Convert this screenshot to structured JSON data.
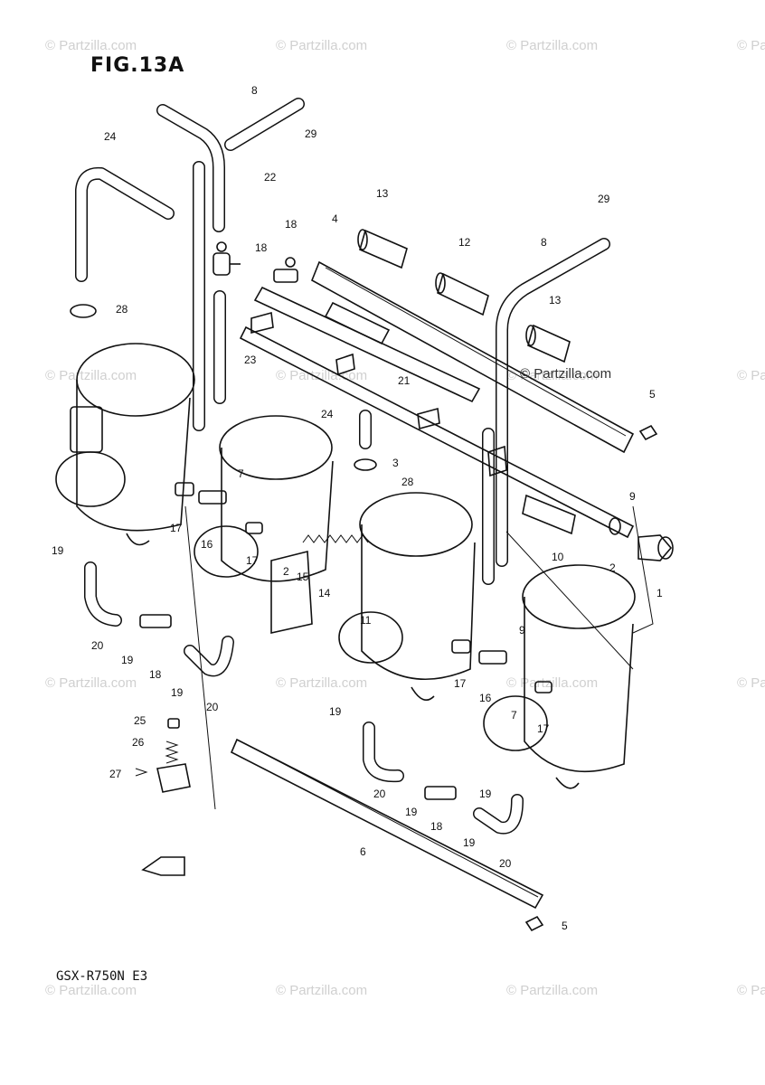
{
  "figure": {
    "title": "FIG.13A",
    "model": "GSX-R750N E3"
  },
  "watermarks": {
    "text": "© Partzilla.com",
    "inline_text": "© Partzilla.com"
  },
  "callouts": [
    "8",
    "29",
    "24",
    "22",
    "18",
    "13",
    "4",
    "12",
    "29",
    "8",
    "13",
    "18",
    "28",
    "23",
    "21",
    "24",
    "3",
    "28",
    "5",
    "7",
    "17",
    "16",
    "17",
    "2",
    "15",
    "14",
    "11",
    "9",
    "2",
    "1",
    "10",
    "19",
    "20",
    "19",
    "18",
    "19",
    "20",
    "19",
    "17",
    "16",
    "7",
    "17",
    "9",
    "25",
    "26",
    "27",
    "19",
    "20",
    "19",
    "18",
    "19",
    "20",
    "6",
    "5"
  ]
}
